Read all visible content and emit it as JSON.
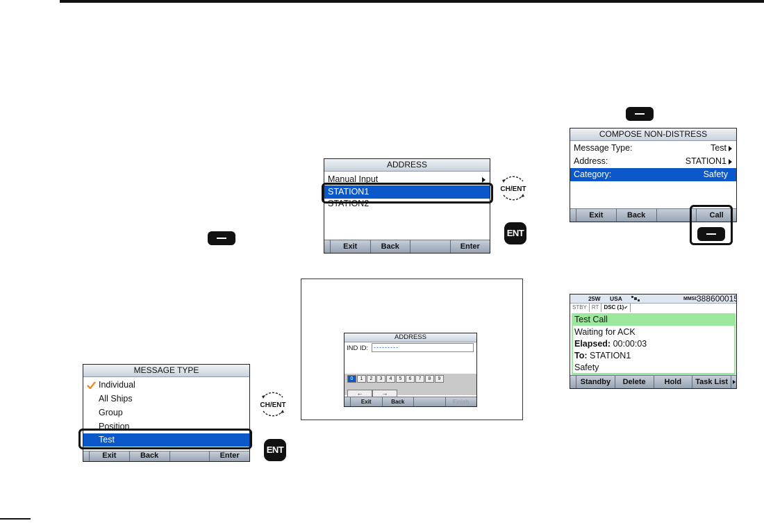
{
  "address_screen": {
    "title": "ADDRESS",
    "items": [
      "Manual Input",
      "STATION1",
      "STATION2"
    ],
    "softkeys": [
      "Exit",
      "Back",
      "",
      "Enter"
    ]
  },
  "compose_screen": {
    "title": "COMPOSE NON-DISTRESS",
    "rows": [
      {
        "label": "Message Type:",
        "value": "Test"
      },
      {
        "label": "Address:",
        "value": "STATION1"
      },
      {
        "label": "Category:",
        "value": "Safety"
      }
    ],
    "softkeys": [
      "Exit",
      "Back",
      "",
      "Call"
    ]
  },
  "manual_screen": {
    "title": "ADDRESS",
    "field_label": "IND ID:",
    "field_value": "---------",
    "digits": [
      "0",
      "1",
      "2",
      "3",
      "4",
      "5",
      "6",
      "7",
      "8",
      "9"
    ],
    "arrows": [
      "←",
      "→"
    ],
    "softkeys": [
      "Exit",
      "Back",
      "",
      "Finish"
    ]
  },
  "msgtype_screen": {
    "title": "MESSAGE TYPE",
    "items": [
      "Individual",
      "All Ships",
      "Group",
      "Position",
      "Test"
    ],
    "softkeys": [
      "Exit",
      "Back",
      "",
      "Enter"
    ]
  },
  "status_screen": {
    "power": "25W",
    "region": "USA",
    "mmsi_label": "MMSI:",
    "mmsi": "388600015",
    "tabs": [
      "STBY",
      "RT",
      "DSC (1)"
    ],
    "heading": "Test Call",
    "line1": "Waiting for ACK",
    "elapsed_label": "Elapsed:",
    "elapsed": "00:00:03",
    "to_label": "To:",
    "to": "STATION1",
    "category": "Safety",
    "softkeys": [
      "Standby",
      "Delete",
      "Hold",
      "Task List"
    ]
  },
  "buttons": {
    "ent": "ENT",
    "chent": "CH/ENT"
  }
}
